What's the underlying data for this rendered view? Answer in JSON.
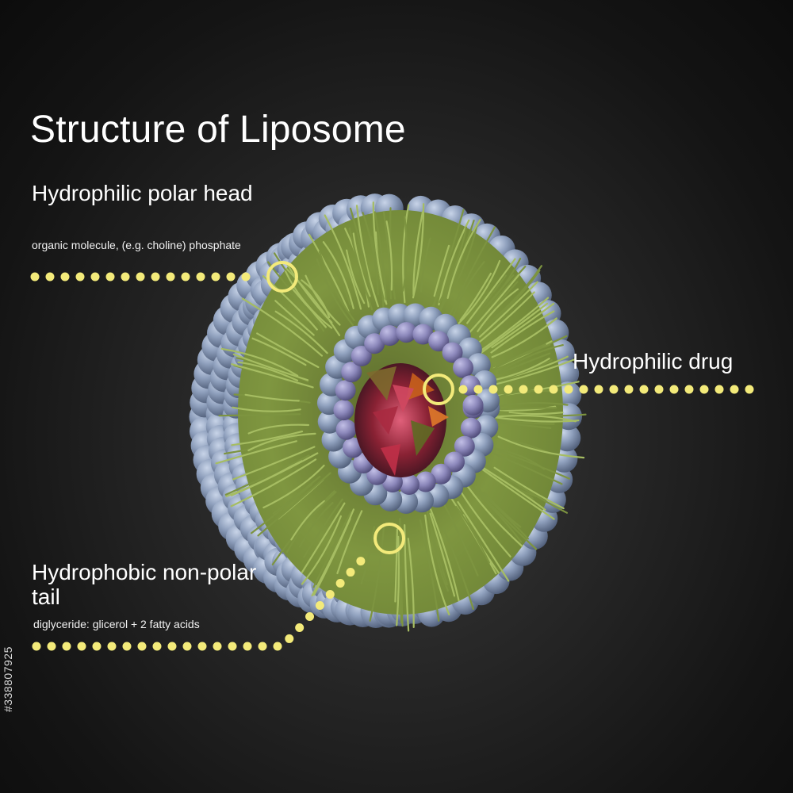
{
  "title": "Structure of Liposome",
  "labels": {
    "polar_head": {
      "title": "Hydrophilic polar head",
      "description": "organic molecule, (e.g. choline) phosphate"
    },
    "drug": {
      "title": "Hydrophilic drug"
    },
    "tail": {
      "title": "Hydrophobic non-polar tail",
      "description": "diglyceride: glicerol + 2 fatty acids"
    }
  },
  "stock_id": "#338807925",
  "colors": {
    "background": "#1c1c1c",
    "sphere": "#8a9bb8",
    "tail": "#8aa04e",
    "drug": "#b83048",
    "callout": "#f3ea7a",
    "text": "#ffffff"
  }
}
